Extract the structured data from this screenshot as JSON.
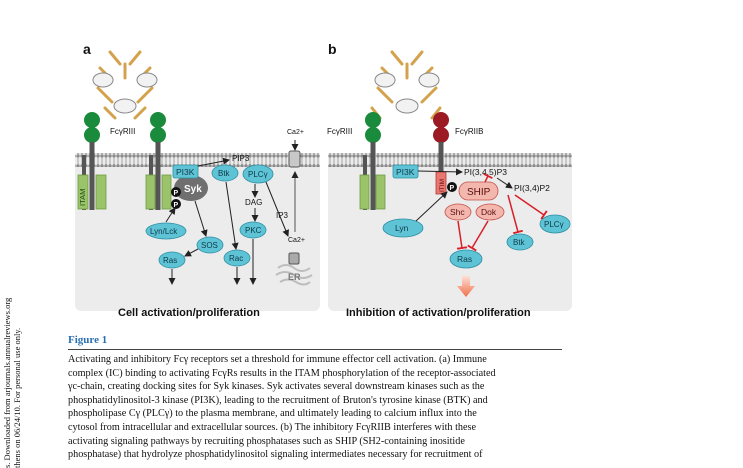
{
  "side_note": {
    "line1": "s. Downloaded from arjournals.annualreviews.org",
    "line2": "thens on 06/24/10. For personal use only."
  },
  "panel_a": {
    "letter": "a",
    "receptor_label": "FcγRIII",
    "itam_label": "ITAM",
    "pi3k": "PI3K",
    "syk": "Syk",
    "phospho": "P",
    "lyn_lck": "Lyn/Lck",
    "pip3": "PIP3",
    "btk": "Btk",
    "plcg": "PLCγ",
    "dag": "DAG",
    "ip3": "IP3",
    "ca_top": "Ca2+",
    "ca_mid": "Ca2+",
    "er": "ER",
    "sos": "SOS",
    "ras": "Ras",
    "pkc": "PKC",
    "rac": "Rac",
    "title": "Cell activation/proliferation"
  },
  "panel_b": {
    "letter": "b",
    "receptor_left": "FcγRIII",
    "receptor_right": "FcγRIIB",
    "pi3k": "PI3K",
    "itim": "ITIM",
    "phospho": "P",
    "lyn": "Lyn",
    "ship": "SHIP",
    "shc": "Shc",
    "dok": "Dok",
    "ras": "Ras",
    "btk": "Btk",
    "plcg": "PLCγ",
    "pi345p3": "PI(3,4,5)P3",
    "pi34p2": "PI(3,4)P2",
    "title": "Inhibition of activation/proliferation"
  },
  "figure": {
    "title": "Figure 1",
    "caption_lines": [
      "Activating and inhibitory Fcγ receptors set a threshold for immune effector cell activation. (a) Immune",
      "complex (IC) binding to activating FcγRs results in the ITAM phosphorylation of the receptor-associated",
      "γc-chain, creating docking sites for Syk kinases. Syk activates several downstream kinases such as the",
      "phosphatidylinositol-3 kinase (PI3K), leading to the recruitment of Bruton's tyrosine kinase (BTK) and",
      "phospholipase Cγ (PLCγ) to the plasma membrane, and ultimately leading to calcium influx into the",
      "cytosol from intracellular and extracellular sources. (b) The inhibitory FcγRIIB interferes with these",
      "activating signaling pathways by recruiting phosphatases such as SHIP (SH2-containing inositide",
      "phosphatase) that hydrolyze phosphatidylinositol signaling intermediates necessary for recruitment of"
    ]
  }
}
